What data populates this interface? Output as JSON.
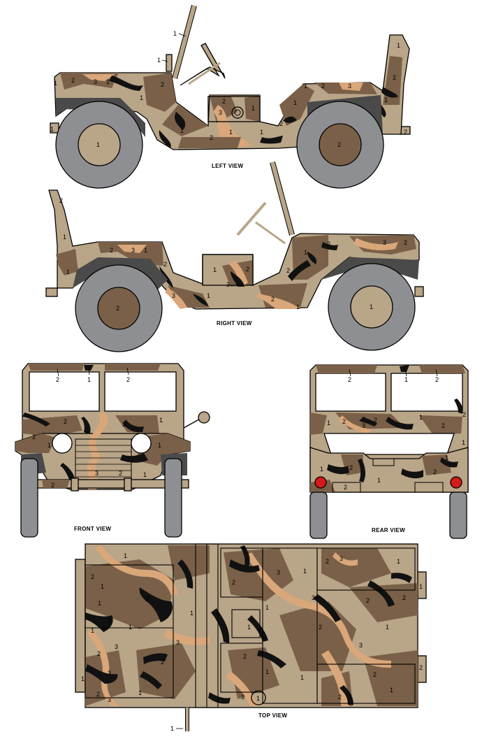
{
  "colors": {
    "color_1": "#b9a588",
    "color_2": "#7a6048",
    "color_3": "#d9a77a",
    "black": "#111111",
    "tire": "#8d8f92",
    "hub_light": "#b9a588",
    "hub_dark": "#7a6048",
    "glass": "#ffffff",
    "reflector": "#d41a1a"
  },
  "views": {
    "left": "LEFT VIEW",
    "right": "RIGHT VIEW",
    "front": "FRONT VIEW",
    "rear": "REAR VIEW",
    "top": "TOP VIEW"
  },
  "callouts": {
    "one": "1",
    "two": "2",
    "three": "3"
  }
}
